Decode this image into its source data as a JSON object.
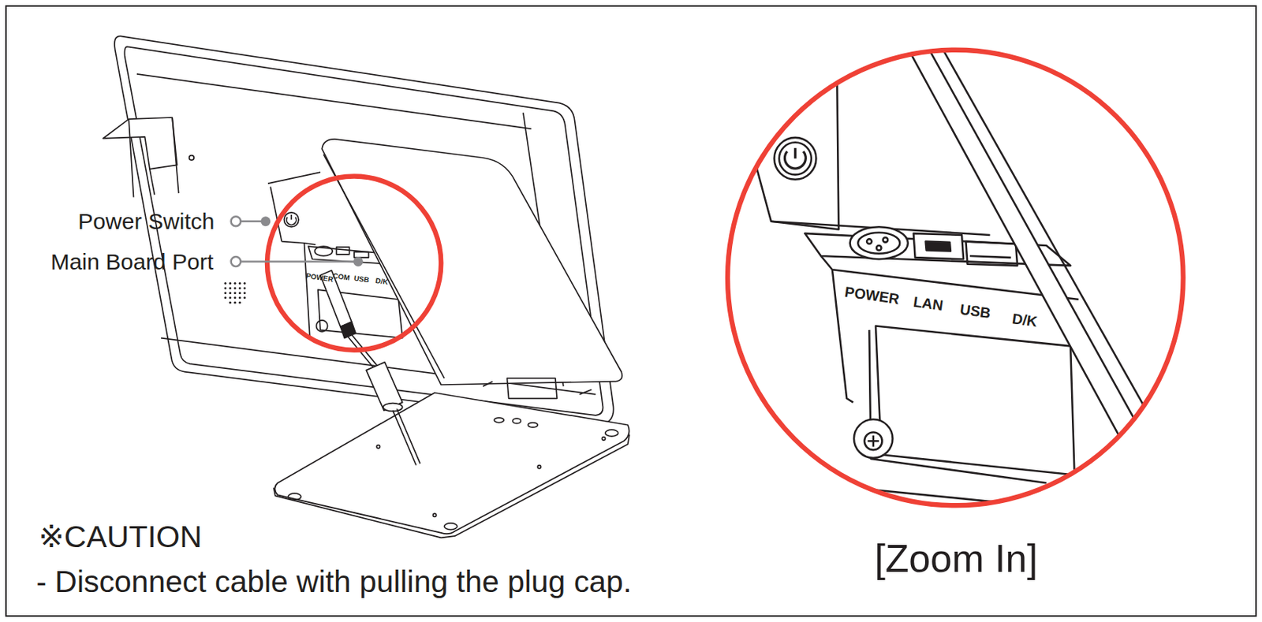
{
  "diagram": {
    "labels": [
      "Power Switch",
      "Main Board Port",
      "POWER",
      "COM",
      "USB",
      "D/K",
      "POWER",
      "LAN",
      "USB",
      "D/K",
      "※CAUTION",
      "- Disconnect cable with pulling the plug cap.",
      "[Zoom In]"
    ]
  }
}
